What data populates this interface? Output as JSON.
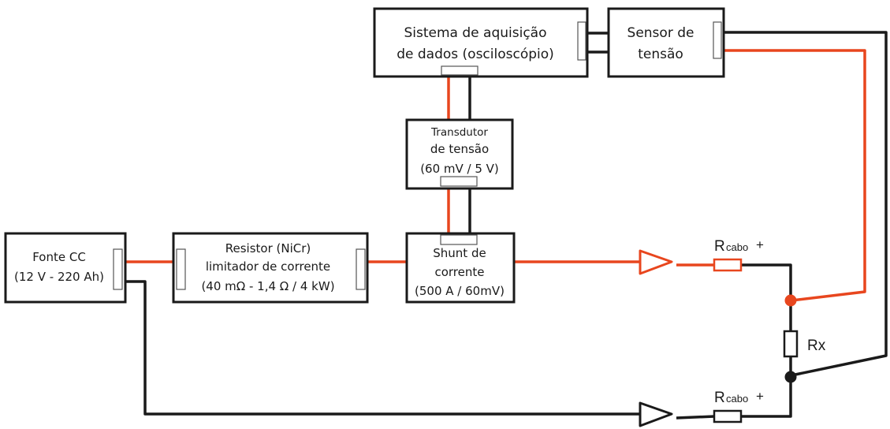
{
  "colors": {
    "signal_wire": "#e8461e",
    "return_wire": "#1a1a1a"
  },
  "blocks": {
    "daq": {
      "line1": "Sistema de aquisição",
      "line2": "de dados (osciloscópio)"
    },
    "voltage_sensor": {
      "line1": "Sensor de",
      "line2": "tensão"
    },
    "transducer": {
      "line1": "Transdutor",
      "line2": "de tensão",
      "line3": "(60 mV / 5 V)"
    },
    "dc_source": {
      "line1": "Fonte CC",
      "line2": "(12 V - 220 Ah)"
    },
    "limiter_resistor": {
      "line1": "Resistor (NiCr)",
      "line2": "limitador de corrente",
      "line3": "(40 mΩ - 1,4 Ω / 4 kW)"
    },
    "current_shunt": {
      "line1": "Shunt de",
      "line2": "corrente",
      "line3": "(500 A / 60mV)"
    }
  },
  "components": {
    "cable_resistor_top": {
      "symbol": "R",
      "subscript": "cabo",
      "polarity": "+"
    },
    "cable_resistor_bottom": {
      "symbol": "R",
      "subscript": "cabo",
      "polarity": "+"
    },
    "rx": {
      "label": "Rx"
    }
  }
}
